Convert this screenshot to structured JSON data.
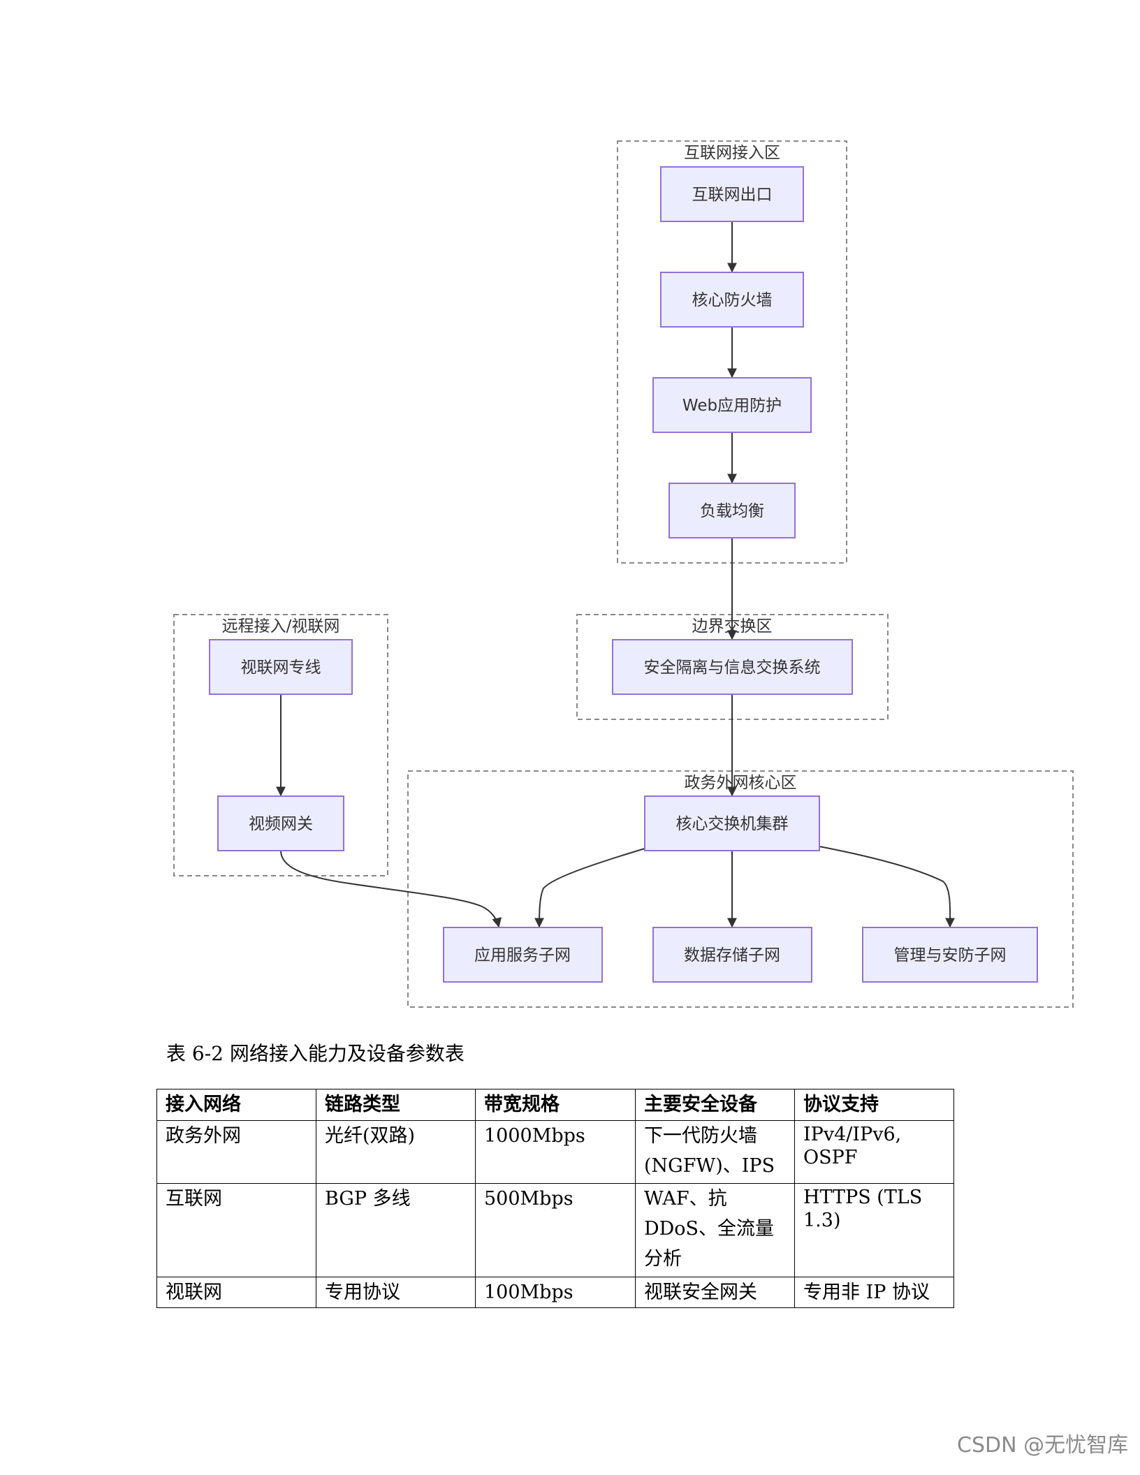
{
  "diagram": {
    "zones": {
      "internet": "互联网接入区",
      "remote": "远程接入/视联网",
      "border": "边界交换区",
      "core": "政务外网核心区"
    },
    "nodes": {
      "internet_exit": "互联网出口",
      "core_firewall": "核心防火墙",
      "waf": "Web应用防护",
      "load_balancer": "负载均衡",
      "security_isolation": "安全隔离与信息交换系统",
      "video_line": "视联网专线",
      "video_gateway": "视频网关",
      "core_switch": "核心交换机集群",
      "app_subnet": "应用服务子网",
      "storage_subnet": "数据存储子网",
      "mgmt_subnet": "管理与安防子网"
    },
    "colors": {
      "node_fill": "#ececff",
      "node_stroke": "#9370db",
      "edge": "#333333",
      "zone_border": "#888888"
    }
  },
  "caption": "表 6-2 网络接入能力及设备参数表",
  "table": {
    "headers": [
      "接入网络",
      "链路类型",
      "带宽规格",
      "主要安全设备",
      "协议支持"
    ],
    "rows": [
      [
        "政务外网",
        "光纤(双路)",
        "1000Mbps",
        "下一代防火墙(NGFW)、IPS",
        "IPv4/IPv6, OSPF"
      ],
      [
        "互联网",
        "BGP 多线",
        "500Mbps",
        "WAF、抗DDoS、全流量分析",
        "HTTPS (TLS 1.3)"
      ],
      [
        "视联网",
        "专用协议",
        "100Mbps",
        "视联安全网关",
        "专用非 IP 协议"
      ]
    ]
  },
  "watermark": "CSDN @无忧智库"
}
